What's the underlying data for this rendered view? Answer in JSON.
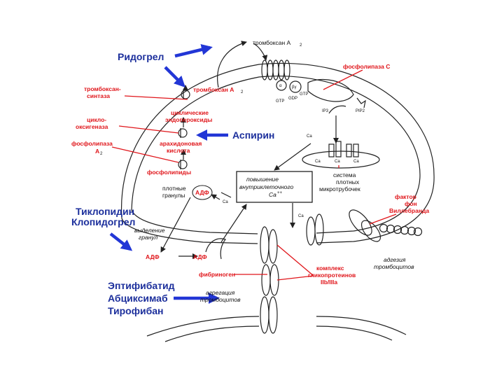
{
  "colors": {
    "drug": "#1c2f9c",
    "arrow_blue": "#2236d6",
    "red": "#e0161b",
    "ink": "#222222"
  },
  "drugs": {
    "ridogrel": "Ридогрел",
    "aspirin": "Аспирин",
    "ticlopidine": "Тиклопидин",
    "clopidogrel": "Клопидогрел",
    "eptifibatide": "Эптифибатид",
    "abciximab": "Абциксимаб",
    "tirofiban": "Тирофибан"
  },
  "labels": {
    "thromboxane_a2_top": "тромбоксан A",
    "phospholipase_c": "фосфолипаза С",
    "thromboxane_synthase_1": "тромбоксан-",
    "thromboxane_synthase_2": "синтаза",
    "thromboxane_a2_inner": "тромбоксан A",
    "sub2": "2",
    "cyclic_endoperoxides_1": "циклические",
    "cyclic_endoperoxides_2": "эндопероксиды",
    "cyclooxygenase_1": "цикло-",
    "cyclooxygenase_2": "оксигеназа",
    "arachidonic_acid_1": "арахидоновая",
    "arachidonic_acid_2": "кислота",
    "phospholipase_a2_1": "фосфолипаза",
    "phospholipase_a2_2": "A",
    "phospholipids": "фосфолипиды",
    "dense_granules_1": "плотные",
    "dense_granules_2": "гранулы",
    "adp_granule": "АДФ",
    "increase_1": "повышение",
    "increase_2": "внутриклеточного",
    "increase_3": "Ca",
    "dense_tubules_1": "система",
    "dense_tubules_2": "плотных",
    "dense_tubules_3": "микротрубочек",
    "granule_release_1": "выделение",
    "granule_release_2": "гранул",
    "adp_out": "АДФ",
    "adp_receptor": "АДФ",
    "fibrinogen": "фибриноген",
    "aggregation_1": "агрегация",
    "aggregation_2": "тромбоцитов",
    "complex_1": "комплекс",
    "complex_2": "гликопротеинов",
    "complex_3": "IIb/IIIa",
    "vwf_1": "фактор",
    "vwf_2": "фон",
    "vwf_3": "Виллебранда",
    "adhesion_1": "адгезия",
    "adhesion_2": "тромбоцитов",
    "alpha": "α",
    "beta_gamma": "βγ",
    "gtp1": "GTP",
    "gtp2": "GTP",
    "gdp": "GDP",
    "ip3": "IP3",
    "pip2": "PIP2",
    "ca_top": "Ca",
    "ca_pp": "++",
    "ca_mid": "Ca",
    "ca_low": "Ca",
    "ca_tub_1": "Ca",
    "ca_tub_2": "Ca",
    "ca_tub_3": "Ca"
  }
}
